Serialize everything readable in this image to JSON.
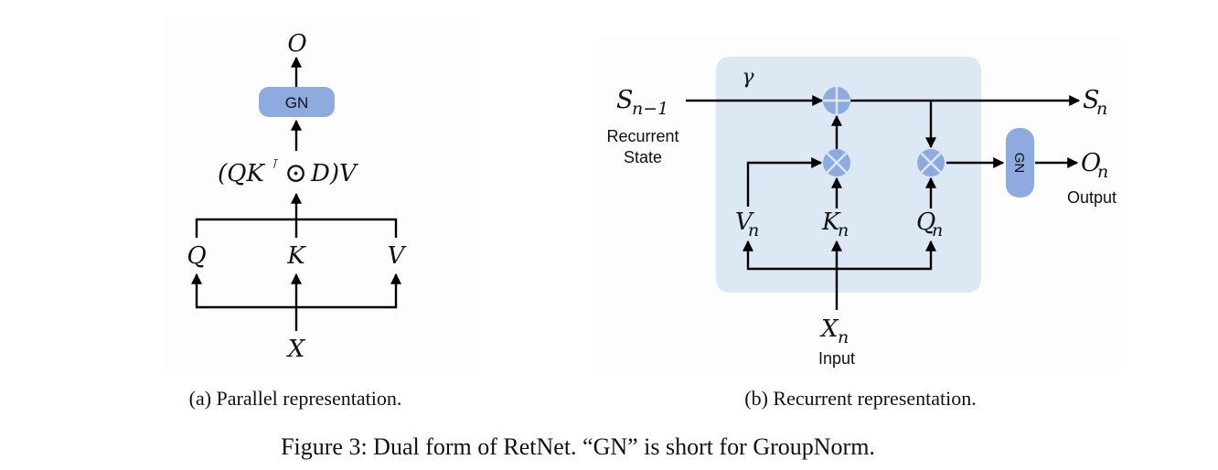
{
  "panel_a": {
    "output": "O",
    "gn_label": "GN",
    "formula": {
      "open": "(QK",
      "transpose": "⊺",
      "odot": "⊙",
      "close": " D)V"
    },
    "inputs": [
      "Q",
      "K",
      "V"
    ],
    "source": "X",
    "caption": "(a) Parallel representation."
  },
  "panel_b": {
    "prev_state": "S",
    "prev_state_sub": "n−1",
    "prev_state_label_1": "Recurrent",
    "prev_state_label_2": "State",
    "decay": "γ",
    "next_state": "S",
    "next_state_sub": "n",
    "gn_label": "GN",
    "output": "O",
    "output_sub": "n",
    "output_label": "Output",
    "v": "V",
    "v_sub": "n",
    "k": "K",
    "k_sub": "n",
    "q": "Q",
    "q_sub": "n",
    "x": "X",
    "x_sub": "n",
    "input_label": "Input",
    "caption": "(b) Recurrent representation."
  },
  "figure_caption": "Figure 3: Dual form of RetNet. “GN” is short for GroupNorm.",
  "colors": {
    "node_fill": "#8eaadf",
    "panel_bg": "#dde8f5"
  }
}
